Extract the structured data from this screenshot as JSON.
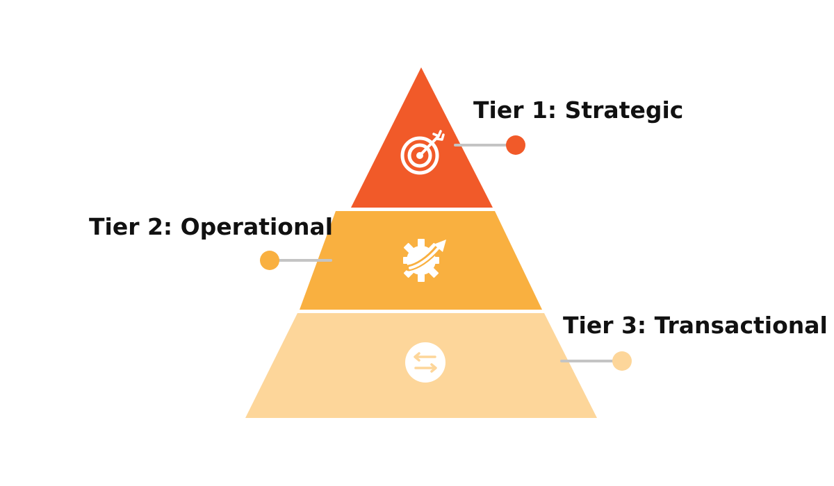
{
  "tiers": [
    {
      "label": "Tier 1: Strategic",
      "icon": "target-icon",
      "color": "#f15a29"
    },
    {
      "label": "Tier 2: Operational",
      "icon": "gear-arrow-icon",
      "color": "#f9b040"
    },
    {
      "label": "Tier 3: Transactional",
      "icon": "exchange-arrows-icon",
      "color": "#fdd69a"
    }
  ],
  "connector_color": "#c4c4c4"
}
